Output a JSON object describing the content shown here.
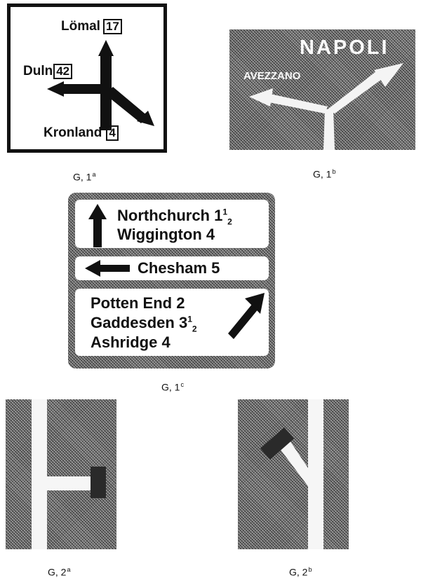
{
  "sign_g1a": {
    "top_dest": "Lömal",
    "top_dist": "17",
    "left_dest": "Duln",
    "left_dist": "42",
    "bottom_dest": "Kronland",
    "bottom_dist": "4"
  },
  "sign_g1b": {
    "main_dest": "NAPOLI",
    "left_dest": "AVEZZANO"
  },
  "sign_g1c": {
    "panel1": {
      "line1_place": "Northchurch",
      "line1_dist_whole": "1",
      "line1_num": "1",
      "line1_den": "2",
      "line2": "Wiggington 4"
    },
    "panel2": {
      "line": "Chesham 5"
    },
    "panel3": {
      "line1": "Potten End 2",
      "line2_place": "Gaddesden",
      "line2_dist_whole": "3",
      "line2_num": "1",
      "line2_den": "2",
      "line3": "Ashridge 4"
    }
  },
  "captions": {
    "g1a": {
      "base": "G, 1",
      "sup": "a"
    },
    "g1b": {
      "base": "G, 1",
      "sup": "b"
    },
    "g1c": {
      "base": "G, 1",
      "sup": "c"
    },
    "g2a": {
      "base": "G, 2",
      "sup": "a"
    },
    "g2b": {
      "base": "G, 2",
      "sup": "b"
    }
  },
  "colors": {
    "ink": "#111111",
    "sign_grey": "#7a7a7a",
    "paper": "#ffffff"
  }
}
